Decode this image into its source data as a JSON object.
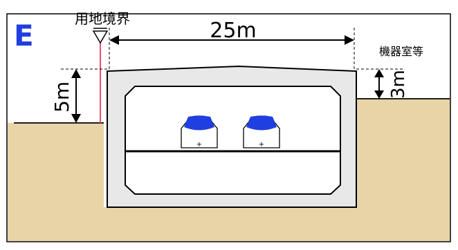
{
  "panel_letter": "E",
  "boundary_label": "用地境界",
  "width_label": "25m",
  "left_height_label": "5m",
  "equipment_label": "機器室等",
  "right_height_label": "3m",
  "colors": {
    "panel_letter": "#1f3fe0",
    "ground": "#e8d4a6",
    "boundary_line": "#e8506a",
    "train_window": "#1f3fe0",
    "tunnel_outer": "#e8e8e8",
    "frame": "#000000"
  }
}
